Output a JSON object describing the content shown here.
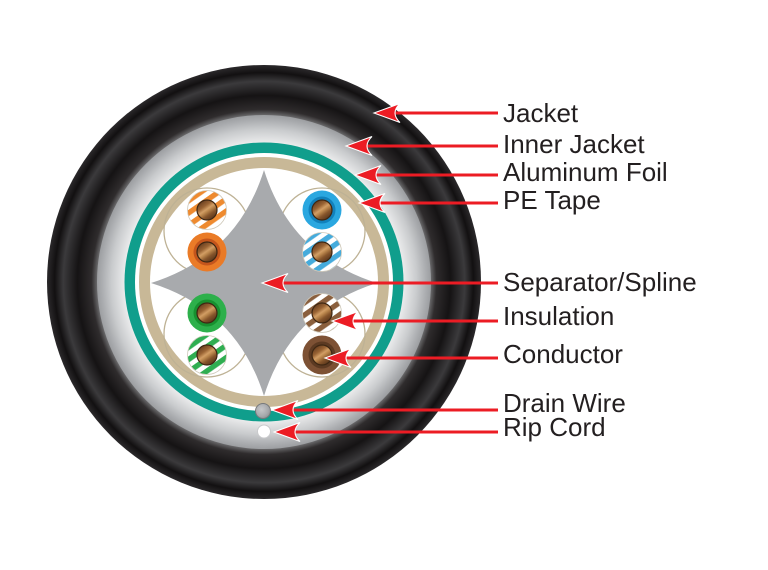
{
  "diagram": {
    "type": "cable-cross-section",
    "labels": [
      {
        "id": "jacket",
        "text": "Jacket"
      },
      {
        "id": "inner-jacket",
        "text": "Inner Jacket"
      },
      {
        "id": "aluminum-foil",
        "text": "Aluminum Foil"
      },
      {
        "id": "pe-tape",
        "text": "PE Tape"
      },
      {
        "id": "separator-spline",
        "text": "Separator/Spline"
      },
      {
        "id": "insulation",
        "text": "Insulation"
      },
      {
        "id": "conductor",
        "text": "Conductor"
      },
      {
        "id": "drain-wire",
        "text": "Drain Wire"
      },
      {
        "id": "rip-cord",
        "text": "Rip Cord"
      }
    ],
    "pairs": [
      {
        "position": "top-left",
        "color": "orange",
        "top_wire": "striped",
        "bottom_wire": "solid"
      },
      {
        "position": "top-right",
        "color": "blue",
        "top_wire": "solid",
        "bottom_wire": "striped"
      },
      {
        "position": "bottom-left",
        "color": "green",
        "top_wire": "solid",
        "bottom_wire": "striped"
      },
      {
        "position": "bottom-right",
        "color": "brown",
        "top_wire": "striped",
        "bottom_wire": "solid"
      }
    ],
    "icons": {
      "arrowhead": "left-pointing-dart"
    },
    "colors": {
      "jacket_black": "#1b1819",
      "inner_jacket_gray": "#c5c7c9",
      "aluminum_foil_teal": "#109e8c",
      "pe_tape_tan": "#c8b897",
      "separator_gray": "#a8aaad",
      "core_white": "#ffffff",
      "arrow_red": "#ec1c24",
      "label_text": "#231f20",
      "copper": "#a9713d",
      "orange_solid": "#ea7b27",
      "orange_stripe": "#ee8a2f",
      "blue_solid": "#2aa7e0",
      "blue_stripe": "#45abdc",
      "green_solid": "#2db04b",
      "green_stripe": "#2fae51",
      "brown_solid": "#7d5134",
      "brown_stripe": "#8a5f3d",
      "drain_wire_gray": "#9b9da0",
      "rip_cord_white": "#ffffff"
    }
  }
}
